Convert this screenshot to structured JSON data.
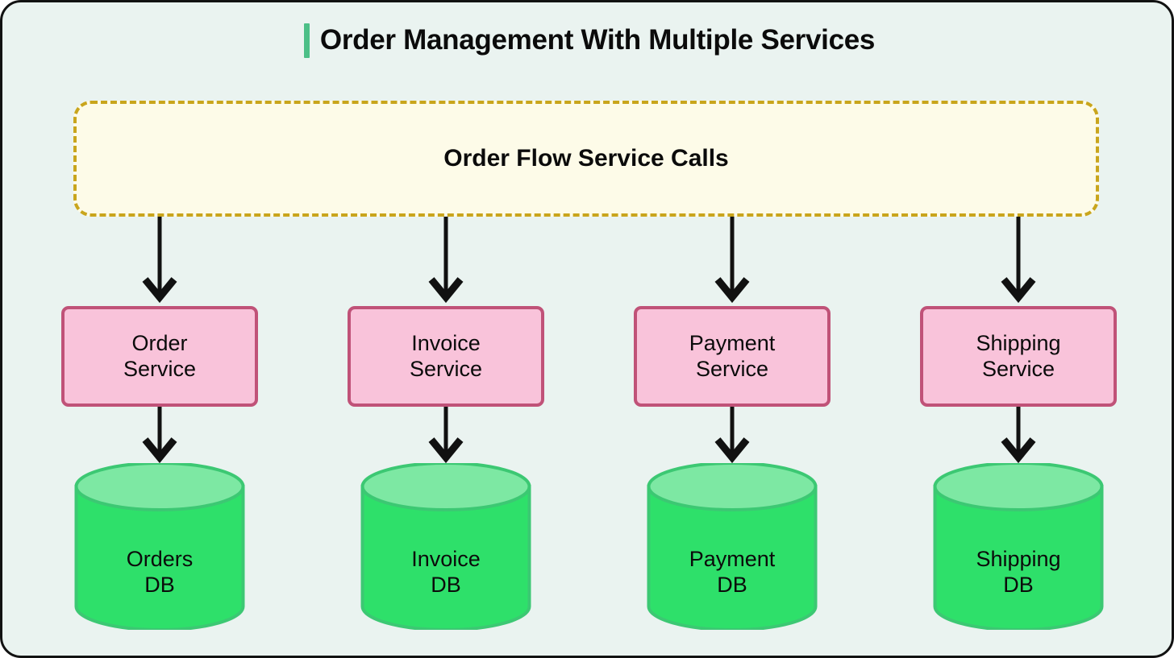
{
  "page": {
    "title": "Order Management With Multiple Services",
    "background_color": "#eaf3f0",
    "frame_color": "#121212",
    "title_accent_color": "#4cbf87"
  },
  "group": {
    "label": "Order Flow Service Calls",
    "fill_color": "#fdfbe8",
    "border_color": "#c9a51c",
    "border_style": "dashed"
  },
  "colors": {
    "service_fill": "#f9c3da",
    "service_border": "#c05278",
    "db_body": "#2ee06a",
    "db_top": "#7de8a3",
    "db_stroke": "#3cc873",
    "arrow": "#111111"
  },
  "columns": [
    {
      "service": {
        "line1": "Order",
        "line2": "Service"
      },
      "database": {
        "line1": "Orders",
        "line2": "DB"
      }
    },
    {
      "service": {
        "line1": "Invoice",
        "line2": "Service"
      },
      "database": {
        "line1": "Invoice",
        "line2": "DB"
      }
    },
    {
      "service": {
        "line1": "Payment",
        "line2": "Service"
      },
      "database": {
        "line1": "Payment",
        "line2": "DB"
      }
    },
    {
      "service": {
        "line1": "Shipping",
        "line2": "Service"
      },
      "database": {
        "line1": "Shipping",
        "line2": "DB"
      }
    }
  ]
}
